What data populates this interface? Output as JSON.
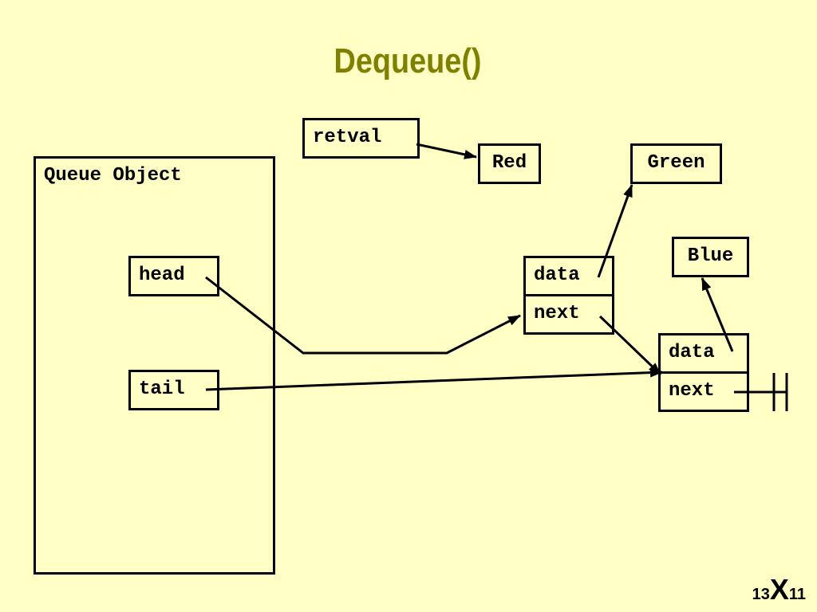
{
  "title": "Dequeue()",
  "colors": {
    "background": "#FFFFC6",
    "title": "#808000",
    "stroke": "#000000"
  },
  "queue_object": {
    "label": "Queue Object",
    "head_label": "head",
    "tail_label": "tail"
  },
  "retval_label": "retval",
  "values": {
    "red": "Red",
    "green": "Green",
    "blue": "Blue"
  },
  "nodes": [
    {
      "data_label": "data",
      "next_label": "next"
    },
    {
      "data_label": "data",
      "next_label": "next"
    }
  ],
  "slide_number": {
    "left": "13",
    "mid": "X",
    "right": "11"
  }
}
